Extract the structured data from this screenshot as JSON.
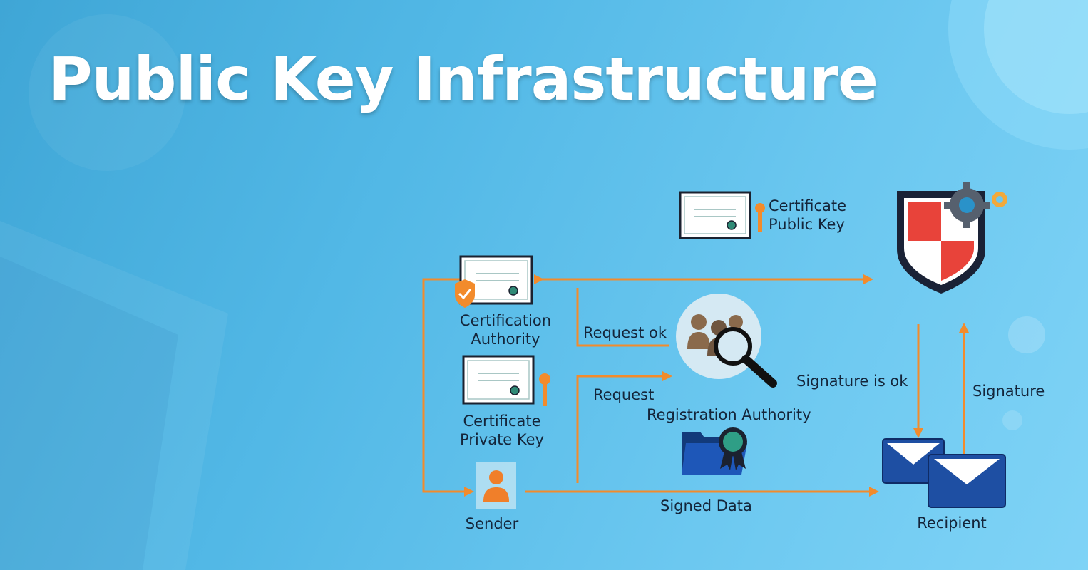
{
  "title": "Public Key Infrastructure",
  "labels": {
    "cert_public_key_line1": "Certificate",
    "cert_public_key_line2": "Public Key",
    "ca_line1": "Certification",
    "ca_line2": "Authority",
    "cert_private_key_line1": "Certificate",
    "cert_private_key_line2": "Private Key",
    "sender": "Sender",
    "request_ok": "Request ok",
    "request": "Request",
    "registration_authority": "Registration Authority",
    "signed_data": "Signed Data",
    "signature_is_ok": "Signature is ok",
    "signature": "Signature",
    "recipient": "Recipient"
  },
  "colors": {
    "arrow": "#f28b2c",
    "shield_red": "#e8433a",
    "envelope_blue": "#1e4fa3",
    "person_orange": "#f07f2a",
    "text": "#14253a"
  }
}
